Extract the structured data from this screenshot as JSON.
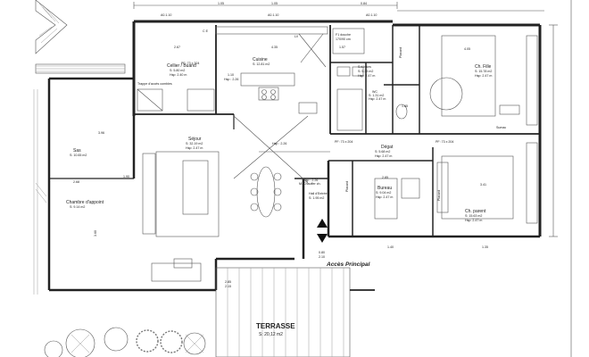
{
  "rooms": {
    "cellier": {
      "name": "Cellier / Buand",
      "area": "S: 5.80 m2",
      "hsp": "Hsp: 2.40 m"
    },
    "cuisine": {
      "name": "Cuisine",
      "area": "S: 12.81 m2"
    },
    "fdouche": {
      "name": "F1 douche",
      "area": "170/90 cm"
    },
    "sdb": {
      "name": "S.d.bains",
      "area": "S: 5.33 m2",
      "hsp": "Hsp: 2.47 m"
    },
    "wc": {
      "name": "WC",
      "area": "S: 1.31 m2",
      "hsp": "Hsp: 2.47 m"
    },
    "chfille": {
      "name": "Ch. Fille",
      "area": "S: 15.78 m2",
      "hsp": "Hsp: 2.47 m"
    },
    "sejour": {
      "name": "Séjour",
      "area": "S: 32.19 m2",
      "hsp": "Hsp: 2.47 m"
    },
    "degat": {
      "name": "Dégat",
      "area": "S: 5.68 m2",
      "hsp": "Hsp: 2.47 m"
    },
    "bureau": {
      "name": "Bureau",
      "area": "S: 9.04 m2",
      "hsp": "Hsp: 2.47 m"
    },
    "chparent": {
      "name": "Ch. parent",
      "area": "S: 15.63 m2",
      "hsp": "Hsp: 2.47 m"
    },
    "sas": {
      "name": "Sas",
      "area": "S: 10.65 m2"
    },
    "chappoint": {
      "name": "Chambre d'appoint",
      "area": "S: 9.14 m2"
    },
    "hall": {
      "name": "Hall d'Entrée",
      "area": "S: 1.95 m2"
    },
    "terrasse": {
      "name": "TERRASSE",
      "area": "S: 20,12 m2"
    }
  },
  "labels": {
    "trappe": "Trappe d'accès combles",
    "ce": "C E",
    "lv": "LV",
    "pl_a": "Placard",
    "pl_b": "Placard",
    "pl_c": "Placard",
    "sumac": "Sumac",
    "mchauffe": "M. Chauffer ch.",
    "acces": "Accès Principal",
    "hsp_cuisine": "Hsp : 2.26",
    "hsp_sejour": "Hsp : 2.26",
    "hsp_hall": "Hsp : 2.26",
    "pf1": "PF: 73 x 204",
    "pf2": "PF: 73 x 204",
    "pf3": "PF: 73 x 204"
  },
  "dims": {
    "top1": "A0.1.10",
    "top2": "A0.1.10",
    "top3": "A0.1.10",
    "d1": "1.05",
    "d2": "1.05",
    "d3": "0.84",
    "d4": "2.67",
    "d5": "4.35",
    "d6": "1.57",
    "d7": "4.05",
    "d8": "1.10",
    "d9": "1.65",
    "d10": "2.85",
    "d11": "3.41",
    "d12": "2.68",
    "d13": "3.96",
    "d14": "1.90",
    "d15": "1.40",
    "d16": "1.35",
    "d17": "0.80",
    "d18": "2.10",
    "d19": "2.85",
    "d20": "2.15",
    "d21": "3.60"
  }
}
